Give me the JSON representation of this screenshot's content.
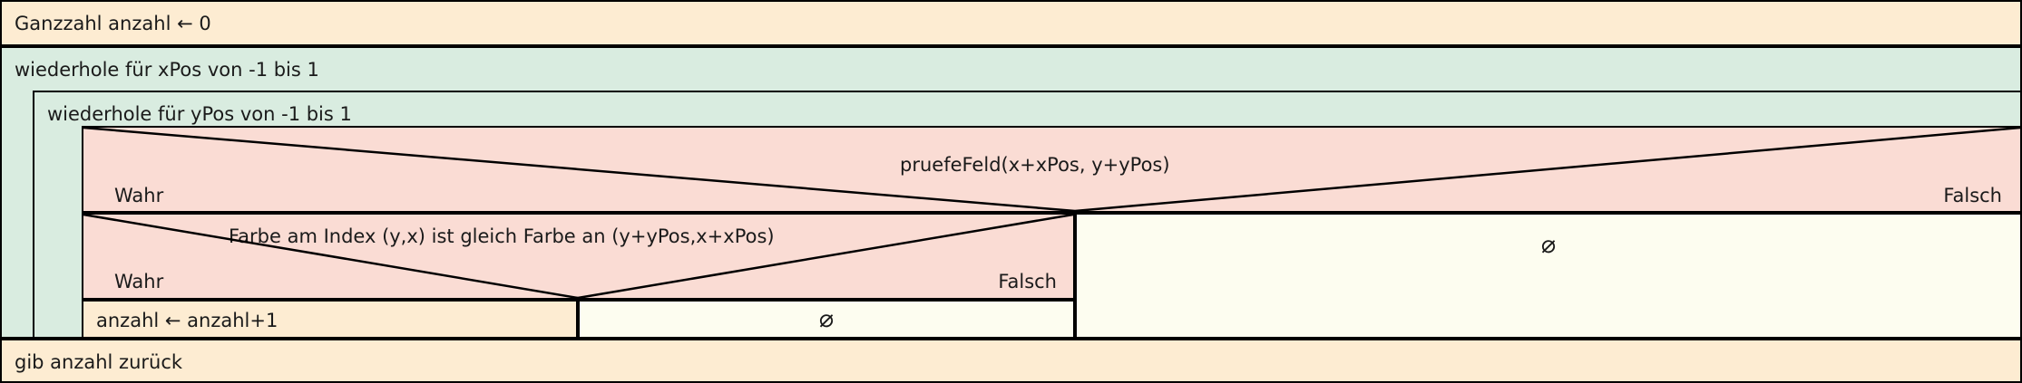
{
  "diagram": {
    "type": "nassi-shneiderman-struktogramm",
    "language": "de",
    "colors": {
      "statement_bg": "#fdecd2",
      "loop_bg": "#d9ece0",
      "condition_bg": "#fadcd4",
      "empty_branch_bg": "#fdfdf0",
      "border": "#000000",
      "text": "#1a1a1a"
    },
    "nodes": {
      "declaration": {
        "kind": "statement",
        "text": "Ganzzahl anzahl ← 0"
      },
      "outer_loop": {
        "kind": "loop",
        "text": "wiederhole für xPos von -1 bis 1"
      },
      "inner_loop": {
        "kind": "loop",
        "text": "wiederhole für yPos von -1 bis 1"
      },
      "outer_condition": {
        "kind": "condition",
        "text": "pruefeFeld(x+xPos, y+yPos)",
        "true_label": "Wahr",
        "false_label": "Falsch"
      },
      "inner_condition": {
        "kind": "condition",
        "text": "Farbe am Index (y,x) ist gleich Farbe an (y+yPos,x+xPos)",
        "true_label": "Wahr",
        "false_label": "Falsch"
      },
      "increment": {
        "kind": "statement",
        "text": "anzahl ← anzahl+1"
      },
      "inner_false_empty": {
        "kind": "empty",
        "text": "⌀"
      },
      "outer_false_empty": {
        "kind": "empty",
        "text": "⌀"
      },
      "return": {
        "kind": "statement",
        "text": "gib anzahl zurück"
      }
    }
  }
}
